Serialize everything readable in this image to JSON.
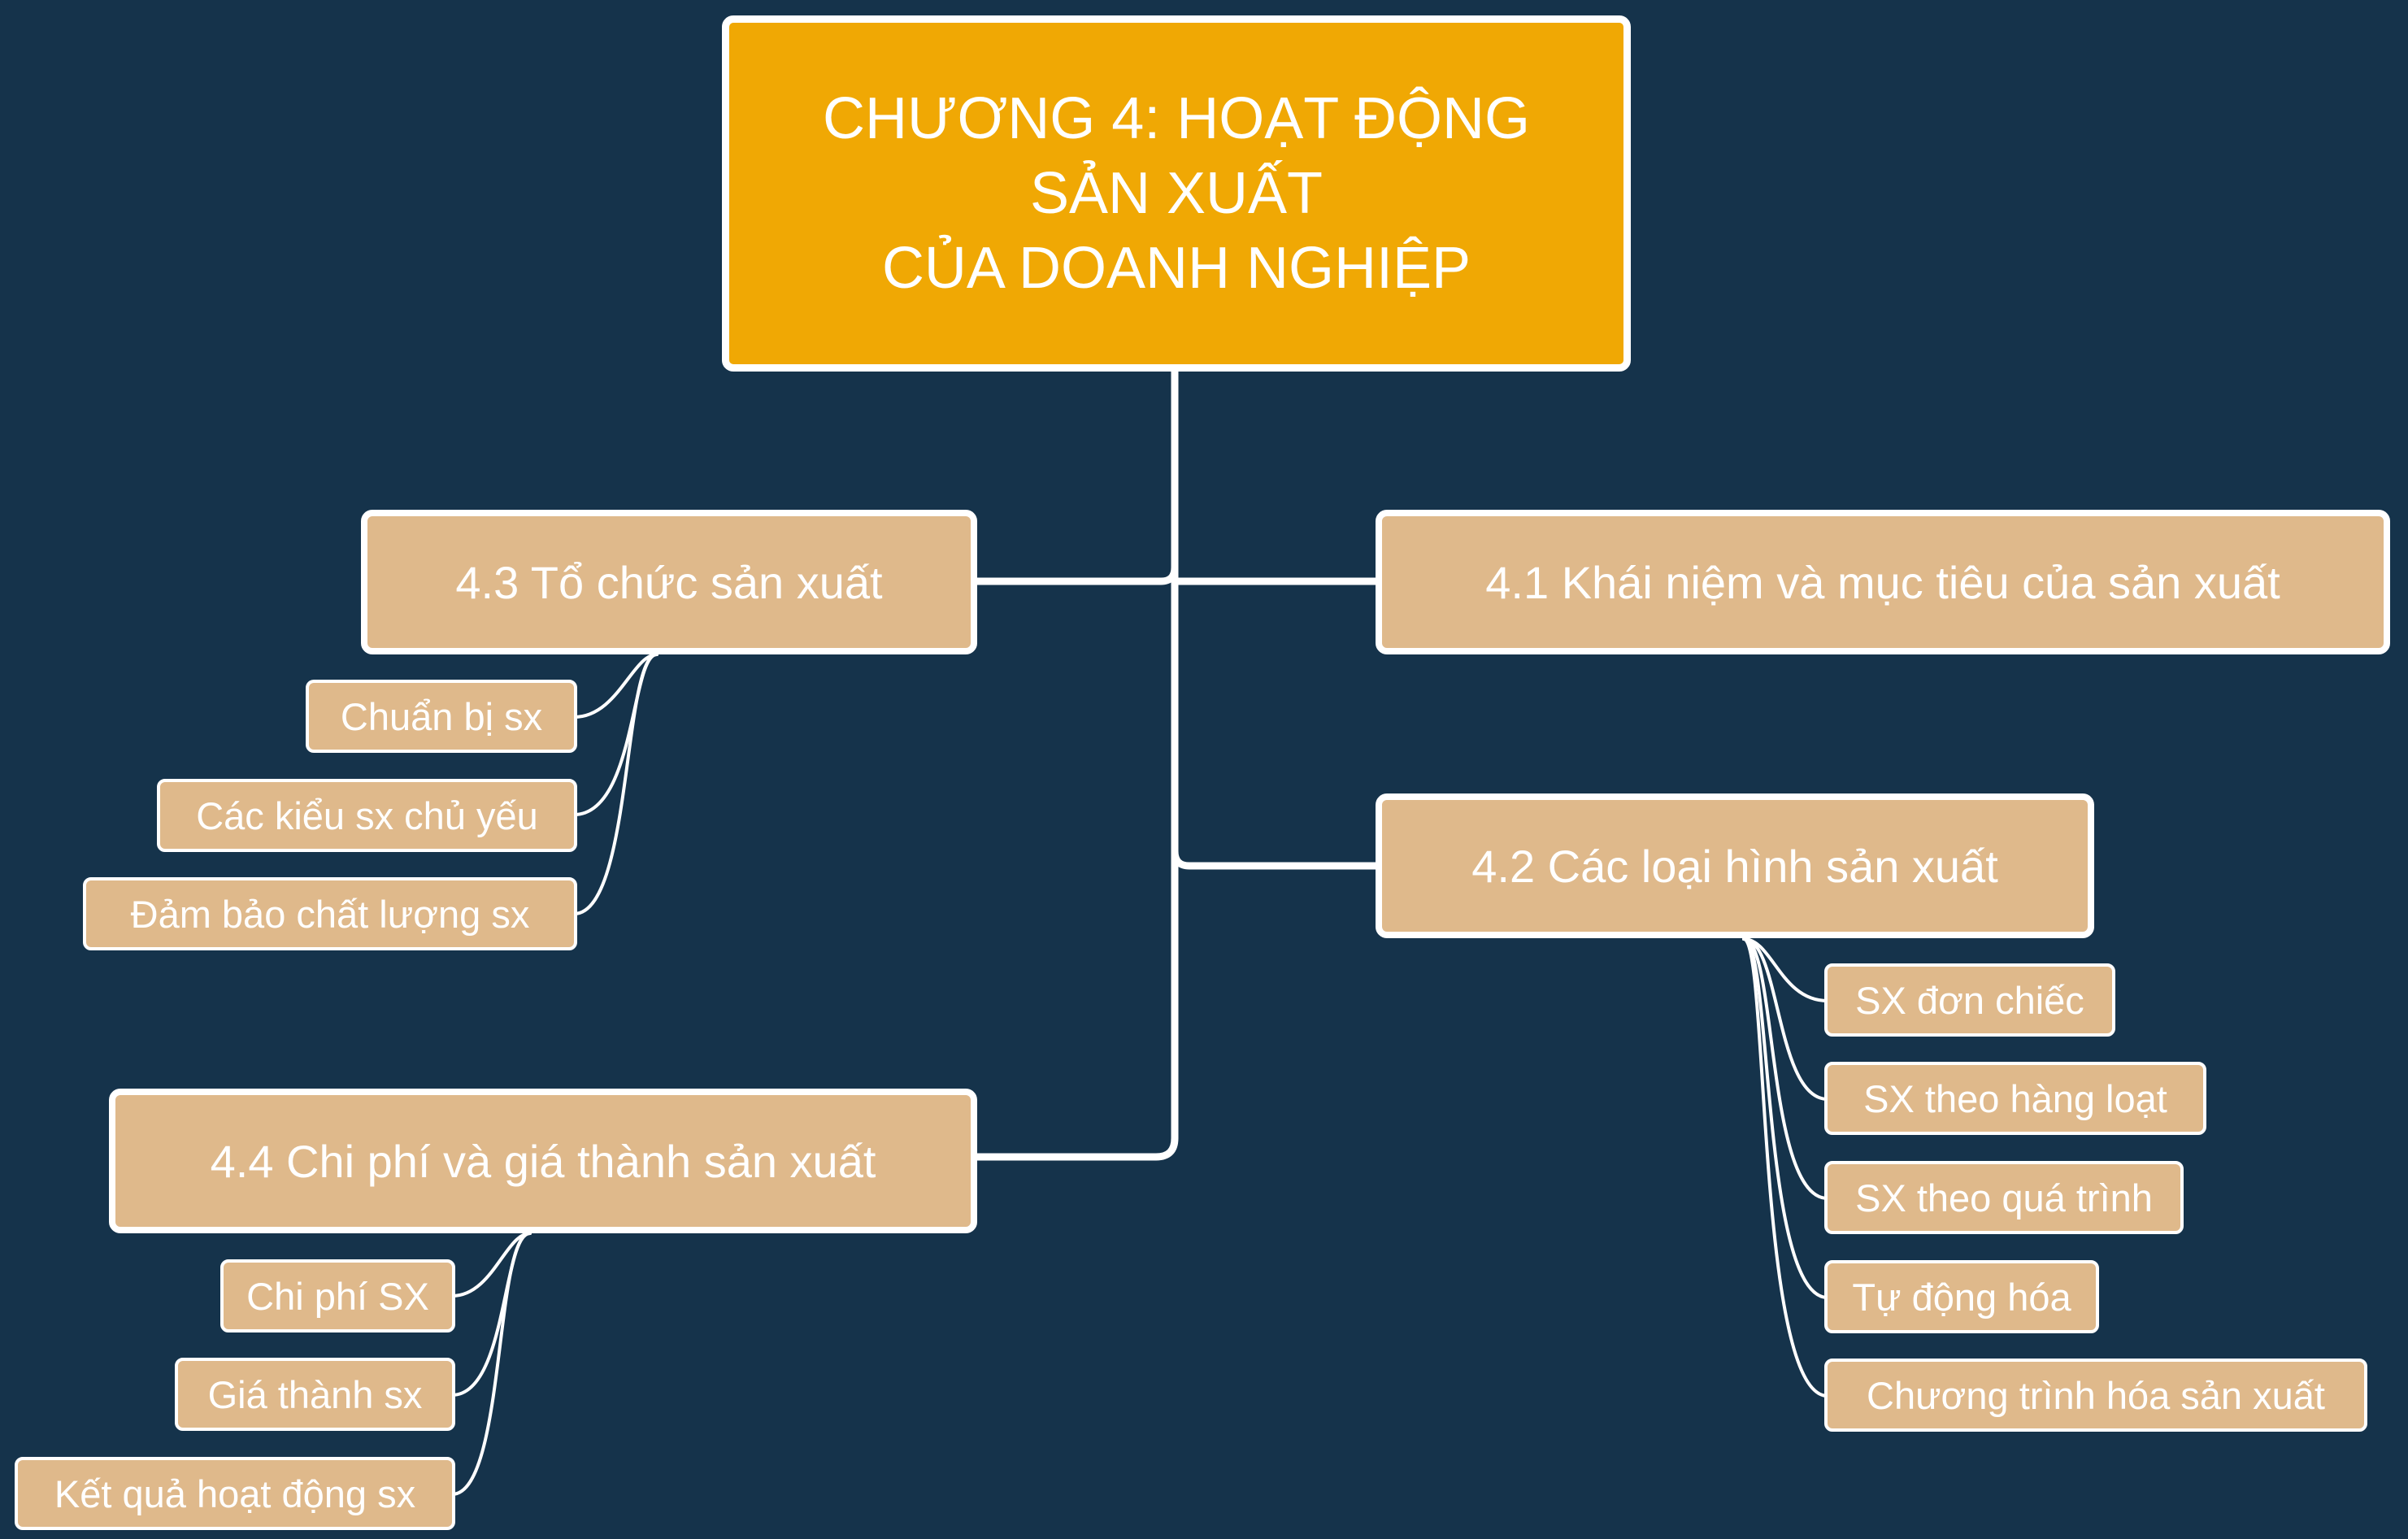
{
  "colors": {
    "background": "#15334b",
    "root_fill": "#f0a804",
    "node_fill": "#dfb98b",
    "outline_and_connectors": "#ffffff",
    "text": "#ffffff"
  },
  "root": {
    "lines": [
      "CHƯƠNG 4: HOẠT ĐỘNG",
      "SẢN XUẤT",
      "CỦA DOANH NGHIỆP"
    ]
  },
  "topics": {
    "t41": {
      "label": "4.1 Khái niệm và mục tiêu của sản xuất",
      "subtopics": []
    },
    "t42": {
      "label": "4.2 Các loại hình sản xuất",
      "subtopics": [
        "SX đơn chiếc",
        "SX theo hàng loạt",
        "SX theo quá trình",
        "Tự động hóa",
        "Chương trình hóa sản xuất"
      ]
    },
    "t43": {
      "label": "4.3 Tổ chức sản xuất",
      "subtopics": [
        "Chuẩn bị sx",
        "Các kiểu sx chủ yếu",
        "Đảm bảo chất lượng sx"
      ]
    },
    "t44": {
      "label": "4.4 Chi phí và giá thành sản xuất",
      "subtopics": [
        "Chi phí SX",
        "Giá thành sx",
        "Kết quả hoạt động sx"
      ]
    }
  }
}
